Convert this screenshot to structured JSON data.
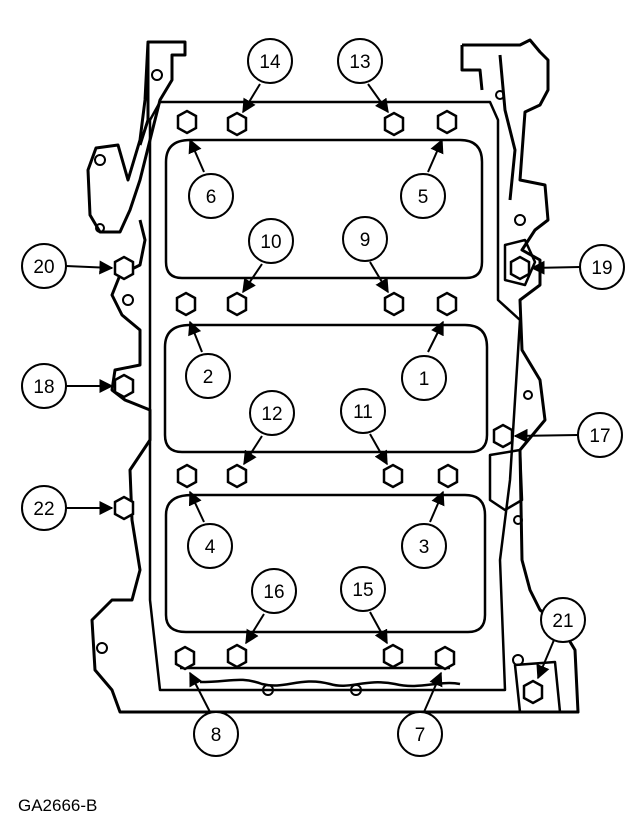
{
  "figure_id": "GA2666-B",
  "callouts": [
    {
      "id": "1",
      "label": "1"
    },
    {
      "id": "2",
      "label": "2"
    },
    {
      "id": "3",
      "label": "3"
    },
    {
      "id": "4",
      "label": "4"
    },
    {
      "id": "5",
      "label": "5"
    },
    {
      "id": "6",
      "label": "6"
    },
    {
      "id": "7",
      "label": "7"
    },
    {
      "id": "8",
      "label": "8"
    },
    {
      "id": "9",
      "label": "9"
    },
    {
      "id": "10",
      "label": "10"
    },
    {
      "id": "11",
      "label": "11"
    },
    {
      "id": "12",
      "label": "12"
    },
    {
      "id": "13",
      "label": "13"
    },
    {
      "id": "14",
      "label": "14"
    },
    {
      "id": "15",
      "label": "15"
    },
    {
      "id": "16",
      "label": "16"
    },
    {
      "id": "17",
      "label": "17"
    },
    {
      "id": "18",
      "label": "18"
    },
    {
      "id": "19",
      "label": "19"
    },
    {
      "id": "20",
      "label": "20"
    },
    {
      "id": "21",
      "label": "21"
    },
    {
      "id": "22",
      "label": "22"
    }
  ]
}
